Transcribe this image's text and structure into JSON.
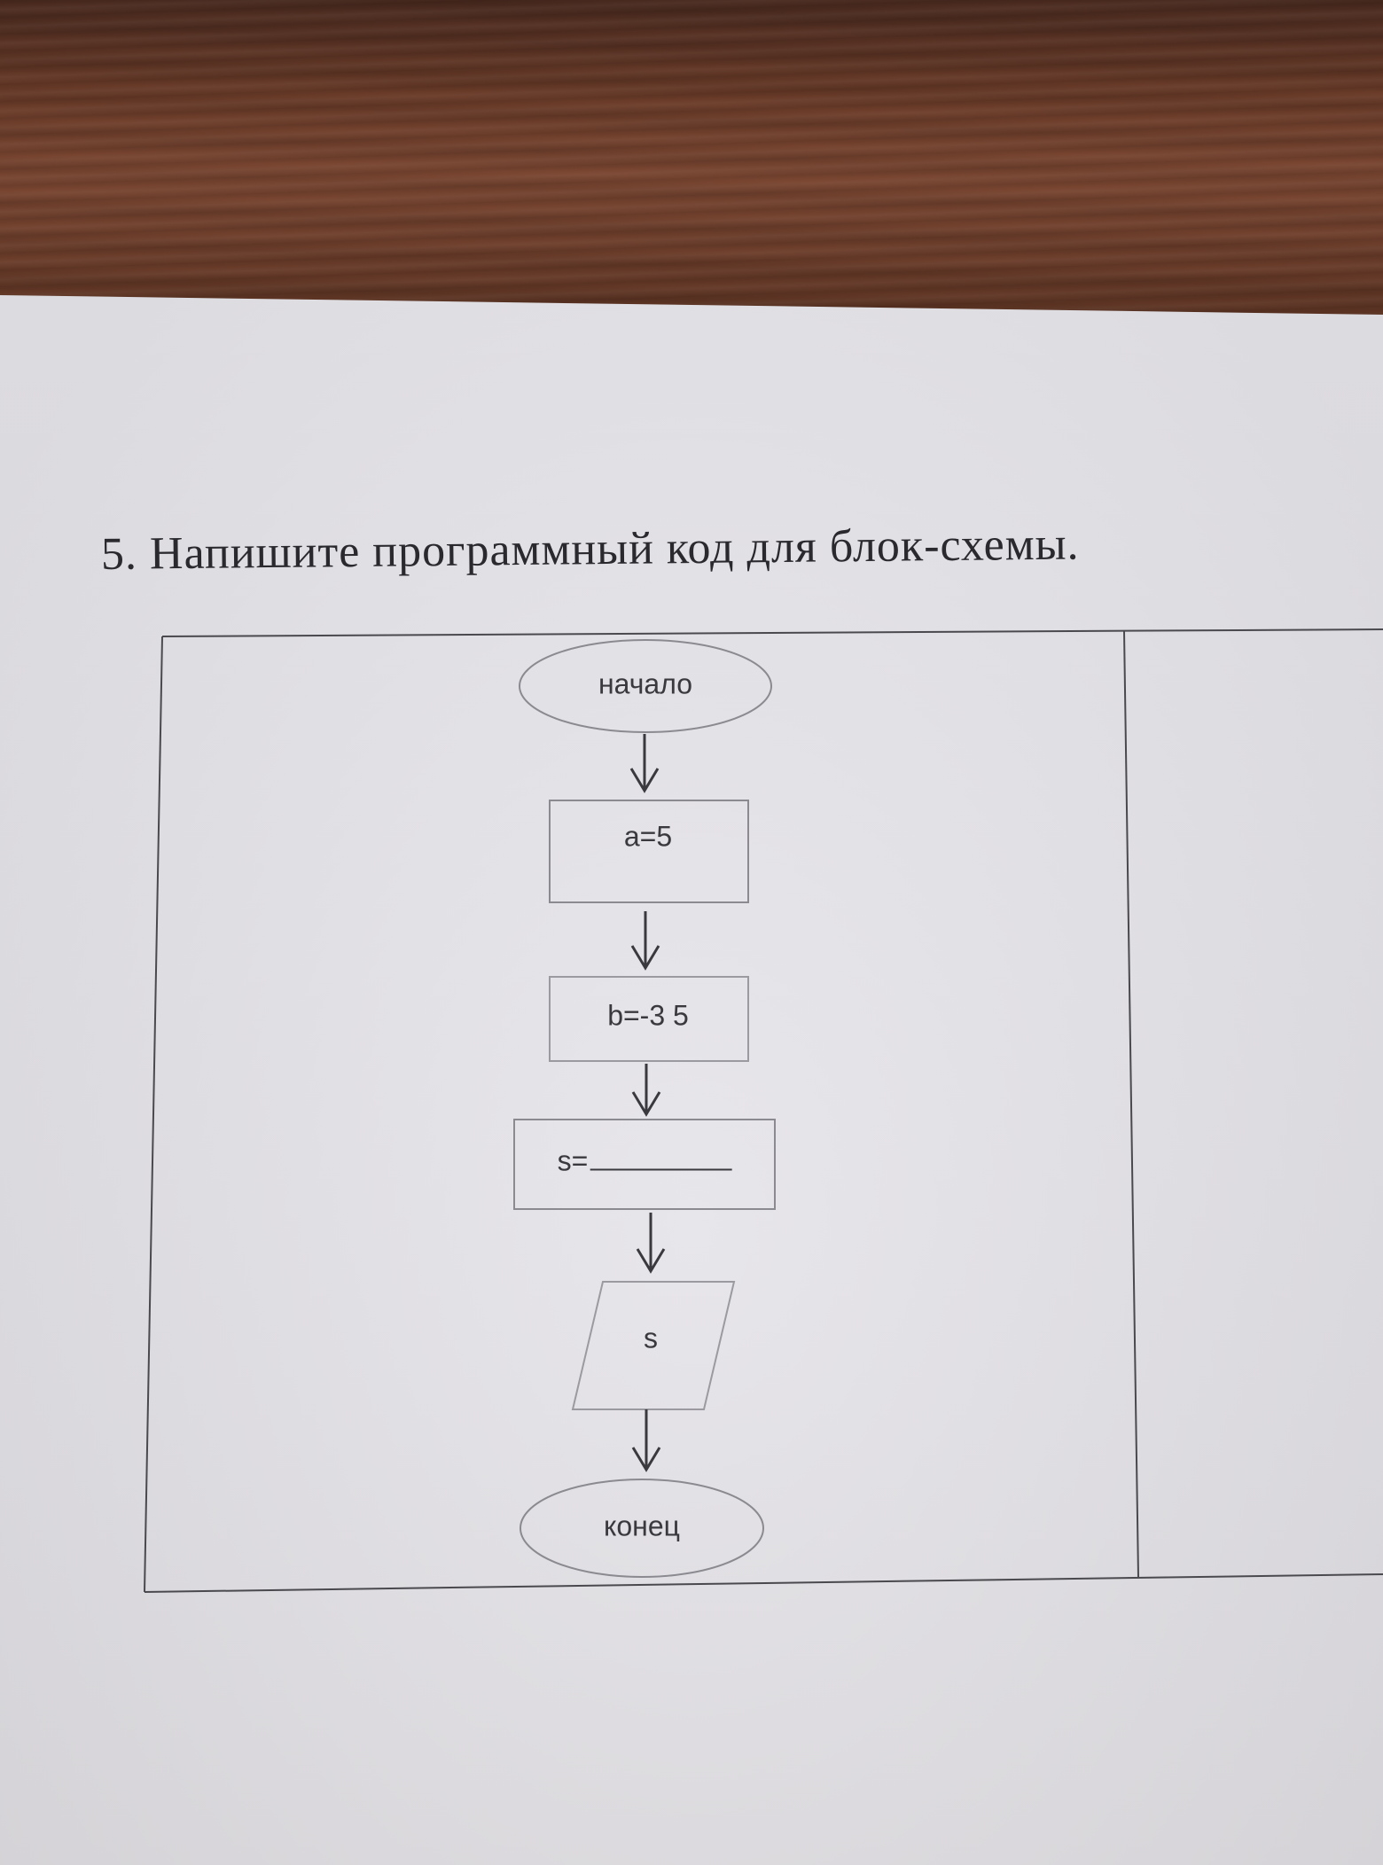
{
  "task": {
    "title": "5. Напишите программный код для блок-схемы."
  },
  "flowchart": {
    "start": "начало",
    "assign_a": "a=5",
    "assign_b": "b=-3 5",
    "assign_s": "s=",
    "output": "s",
    "end": "конец"
  }
}
